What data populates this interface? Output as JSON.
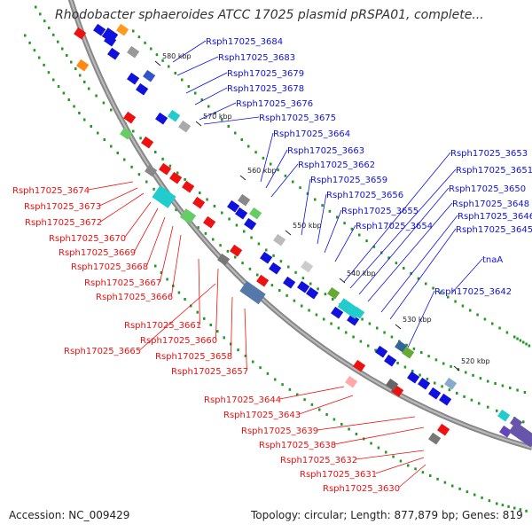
{
  "title": "Rhodobacter sphaeroides ATCC 17025 plasmid pRSPA01, complete...",
  "footer": {
    "accession": "Accession: NC_009429",
    "summary": "Topology: circular; Length: 877,879 bp; Genes: 819"
  },
  "colors": {
    "forward": "#1111dd",
    "reverse": "#ee1111",
    "backbone": "#888888",
    "dots": "#229922"
  },
  "ticks": [
    "580 kbp",
    "570 kbp",
    "560 kbp",
    "550 kbp",
    "540 kbp",
    "530 kbp",
    "520 kbp"
  ],
  "labels_forward": [
    "Rsph17025_3684",
    "Rsph17025_3683",
    "Rsph17025_3679",
    "Rsph17025_3678",
    "Rsph17025_3676",
    "Rsph17025_3675",
    "Rsph17025_3664",
    "Rsph17025_3663",
    "Rsph17025_3662",
    "Rsph17025_3659",
    "Rsph17025_3656",
    "Rsph17025_3655",
    "Rsph17025_3654",
    "Rsph17025_3653",
    "Rsph17025_3651",
    "Rsph17025_3650",
    "Rsph17025_3648",
    "Rsph17025_3646",
    "Rsph17025_3645",
    "tnaA",
    "Rsph17025_3642"
  ],
  "labels_reverse": [
    "Rsph17025_3674",
    "Rsph17025_3673",
    "Rsph17025_3672",
    "Rsph17025_3670",
    "Rsph17025_3669",
    "Rsph17025_3668",
    "Rsph17025_3667",
    "Rsph17025_3666",
    "Rsph17025_3661",
    "Rsph17025_3660",
    "Rsph17025_3665",
    "Rsph17025_3658",
    "Rsph17025_3657",
    "Rsph17025_3644",
    "Rsph17025_3643",
    "Rsph17025_3639",
    "Rsph17025_3638",
    "Rsph17025_3632",
    "Rsph17025_3631",
    "Rsph17025_3630"
  ]
}
